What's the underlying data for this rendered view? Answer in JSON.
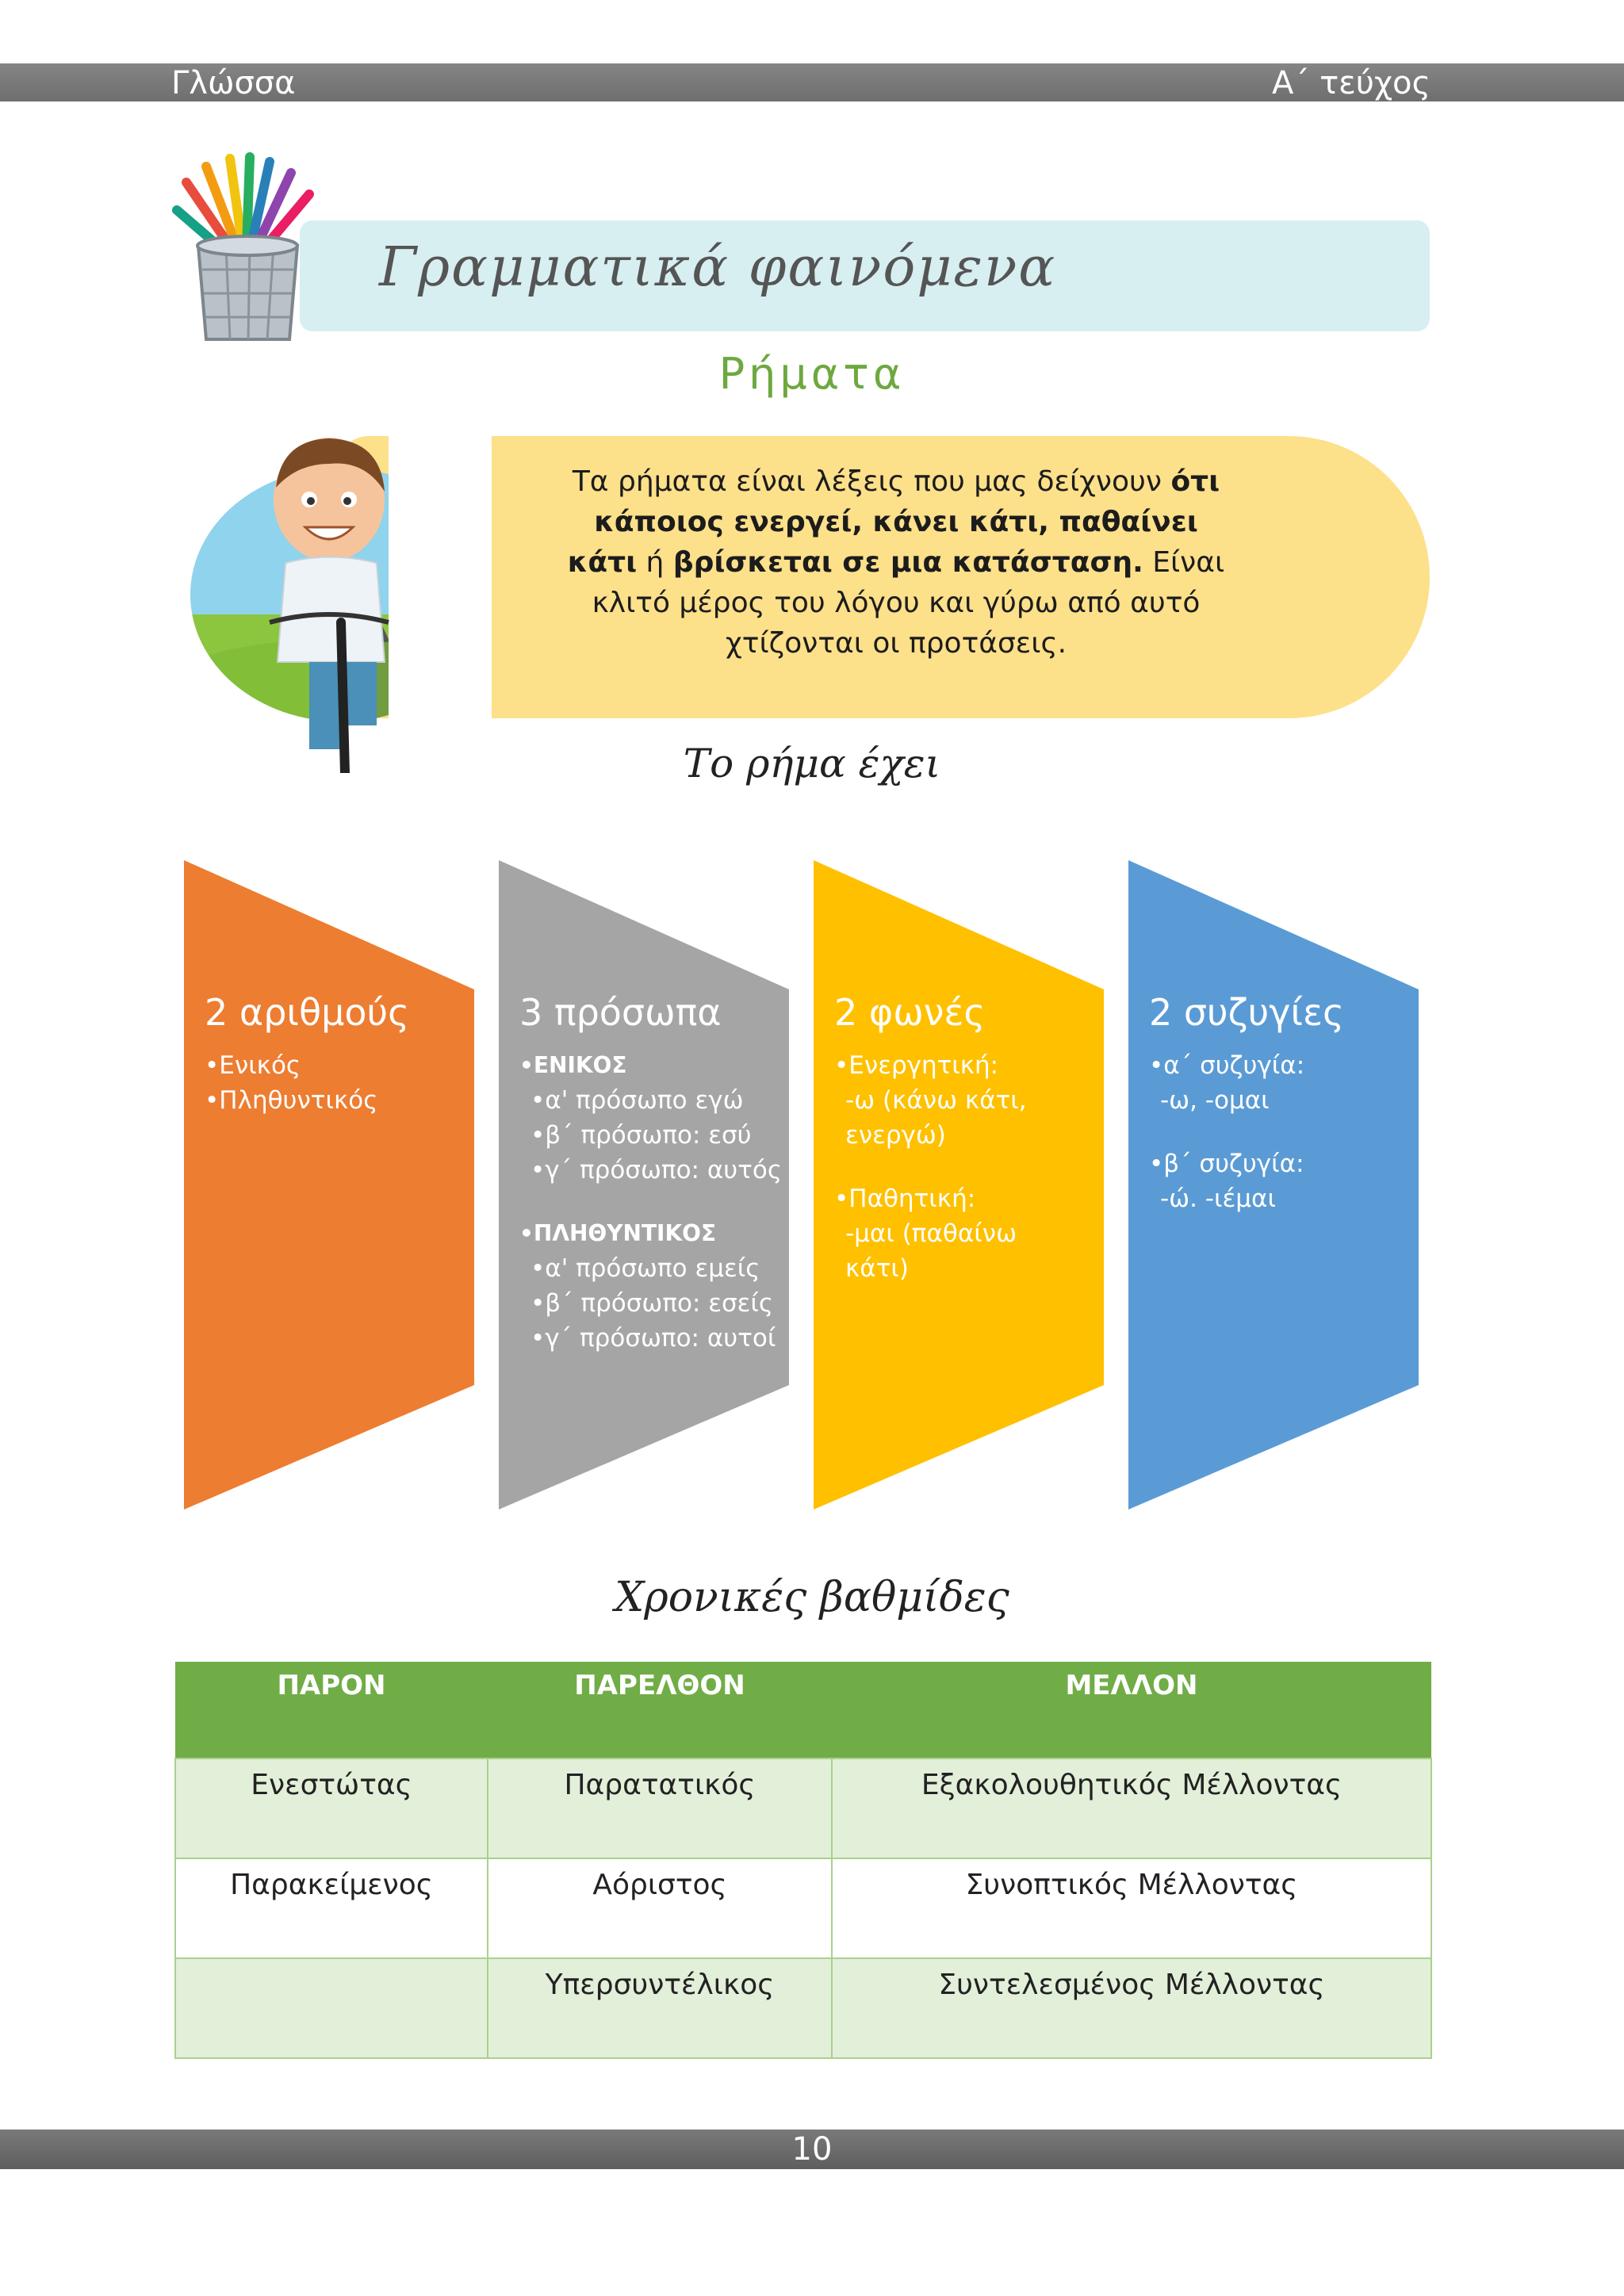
{
  "header": {
    "subject": "Γλώσσα",
    "issue": "Α΄ τεύχος"
  },
  "banner": {
    "title": "Γραμματικά φαινόμενα",
    "subtitle": "Ρήματα"
  },
  "intro": {
    "part1": "Τα ρήματα είναι λέξεις που μας δείχνουν ",
    "bold1": "ότι κάποιος ενεργεί, κάνει κάτι, παθαίνει κάτι",
    "part2": " ή ",
    "bold2": "βρίσκεται σε μια κατάσταση.",
    "part3": " Είναι κλιτό μέρος του λόγου και γύρω από αυτό χτίζονται οι προτάσεις."
  },
  "section1": {
    "heading": "Το ρήμα έχει"
  },
  "cards": [
    {
      "title": "2 αριθμούς",
      "color": "#ed7d31",
      "lines": [
        "•Ενικός",
        "•Πληθυντικός"
      ]
    },
    {
      "title": "3 πρόσωπα",
      "color": "#a5a5a5",
      "lines": [
        "•ΕΝΙΚΟΣ",
        "•α' πρόσωπο εγώ",
        "•β΄ πρόσωπο: εσύ",
        "•γ΄ πρόσωπο: αυτός",
        "•ΠΛΗΘΥΝΤΙΚΟΣ",
        "•α' πρόσωπο εμείς",
        "•β΄ πρόσωπο: εσείς",
        "•γ΄ πρόσωπο: αυτοί"
      ]
    },
    {
      "title": "2 φωνές",
      "color": "#ffc000",
      "lines": [
        "•Ενεργητική:",
        "-ω (κάνω κάτι,",
        "ενεργώ)",
        "•Παθητική:",
        "-μαι (παθαίνω",
        "κάτι)"
      ]
    },
    {
      "title": "2 συζυγίες",
      "color": "#5b9bd5",
      "lines": [
        "•α΄ συζυγία:",
        "-ω, -ομαι",
        "•β΄ συζυγία:",
        "-ώ. -ιέμαι"
      ]
    }
  ],
  "section2": {
    "heading": "Χρονικές βαθμίδες"
  },
  "tenses": {
    "headers": [
      "ΠΑΡΟΝ",
      "ΠΑΡΕΛΘΟΝ",
      "ΜΕΛΛΟΝ"
    ],
    "rows": [
      [
        "Ενεστώτας",
        "Παρατατικός",
        "Εξακολουθητικός Μέλλοντας"
      ],
      [
        "Παρακείμενος",
        "Αόριστος",
        "Συνοπτικός Μέλλοντας"
      ],
      [
        "",
        "Υπερσυντέλικος",
        "Συντελεσμένος Μέλλοντας"
      ]
    ]
  },
  "footer": {
    "page": "10"
  }
}
